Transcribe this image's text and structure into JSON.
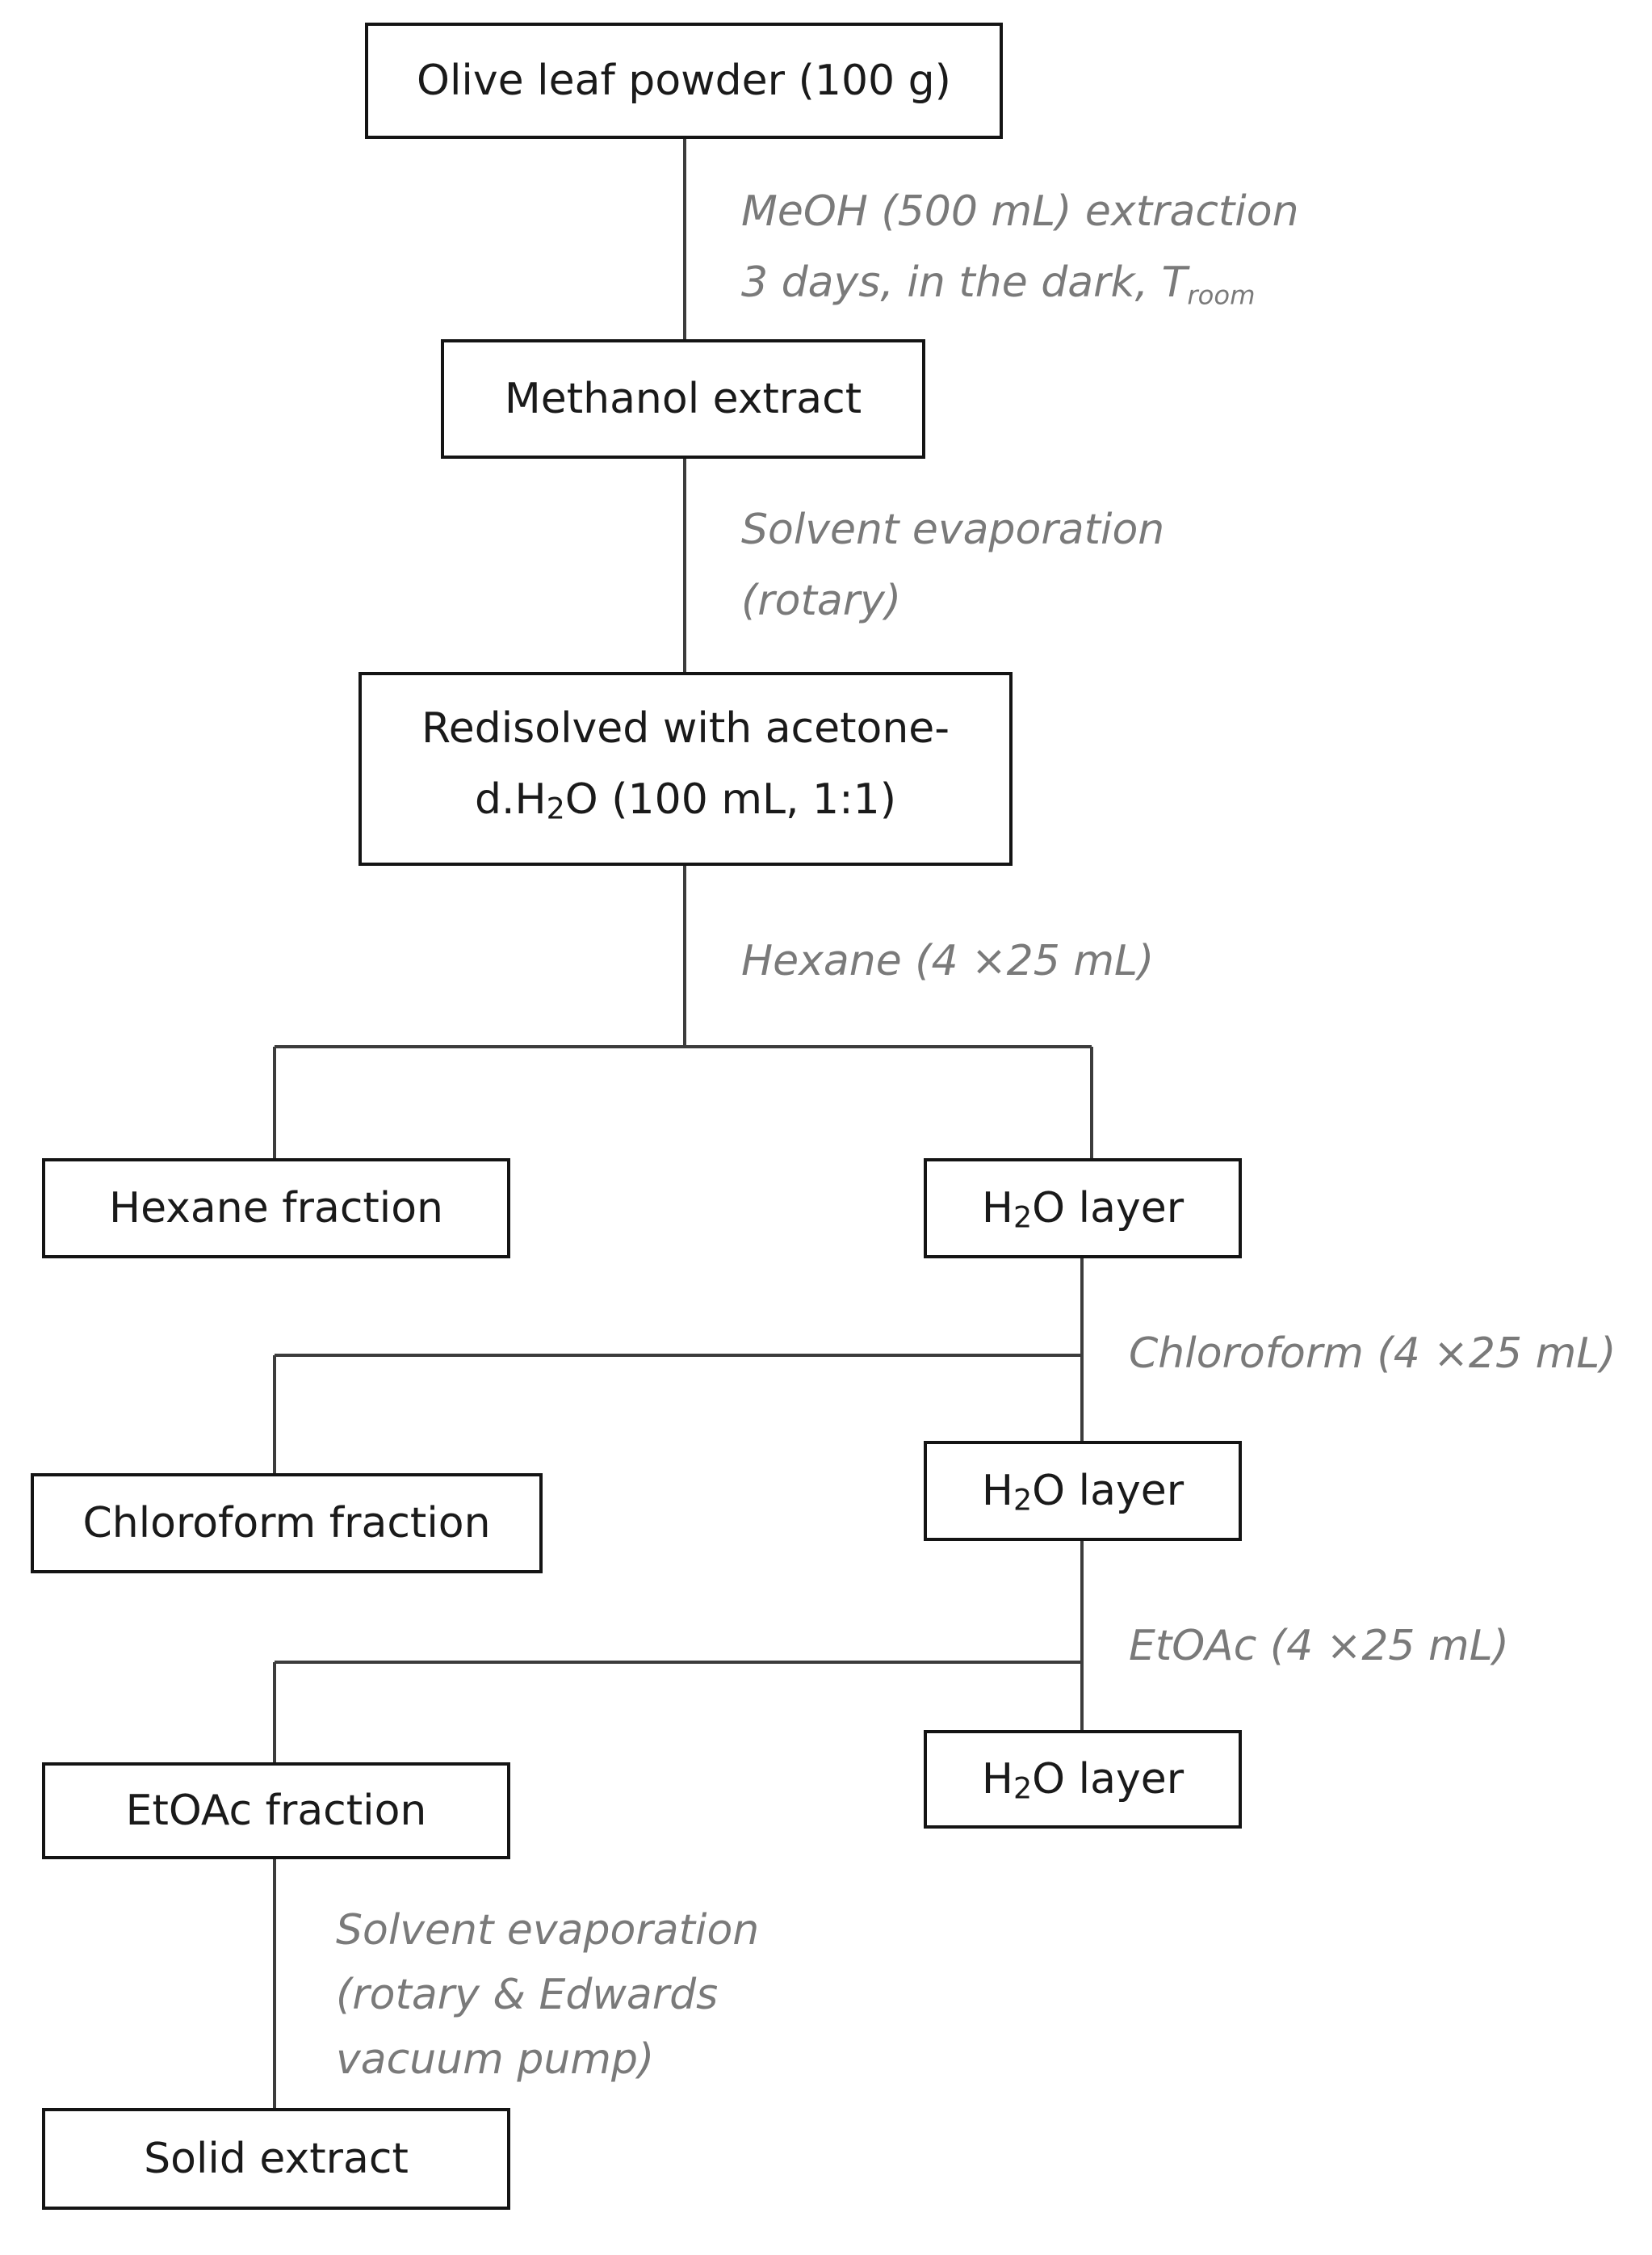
{
  "diagram": {
    "nodes": {
      "olive_leaf_powder": "Olive leaf powder (100 g)",
      "methanol_extract": "Methanol extract",
      "redissolved_line1": "Redisolved with acetone-",
      "redissolved_line2_pre": "d.H",
      "redissolved_line2_sub": "2",
      "redissolved_line2_post": "O (100 mL, 1:1)",
      "hexane_fraction": "Hexane fraction",
      "h2o_layer_pre": "H",
      "h2o_layer_sub": "2",
      "h2o_layer_post": "O layer",
      "chloroform_fraction": "Chloroform fraction",
      "etoac_fraction": "EtOAc fraction",
      "solid_extract": "Solid extract"
    },
    "steps": {
      "meoh_line1": "MeOH (500 mL) extraction",
      "meoh_line2": "3 days, in the dark, T",
      "meoh_line2_sub": "room",
      "evap1_line1": "Solvent evaporation",
      "evap1_line2": "(rotary)",
      "hexane_step": "Hexane (4 ×25 mL)",
      "chloroform_step": "Chloroform (4 ×25 mL)",
      "etoac_step": "EtOAc (4 ×25 mL)",
      "evap2_line1": "Solvent evaporation",
      "evap2_line2": "(rotary & Edwards",
      "evap2_line3": "vacuum pump)"
    }
  }
}
